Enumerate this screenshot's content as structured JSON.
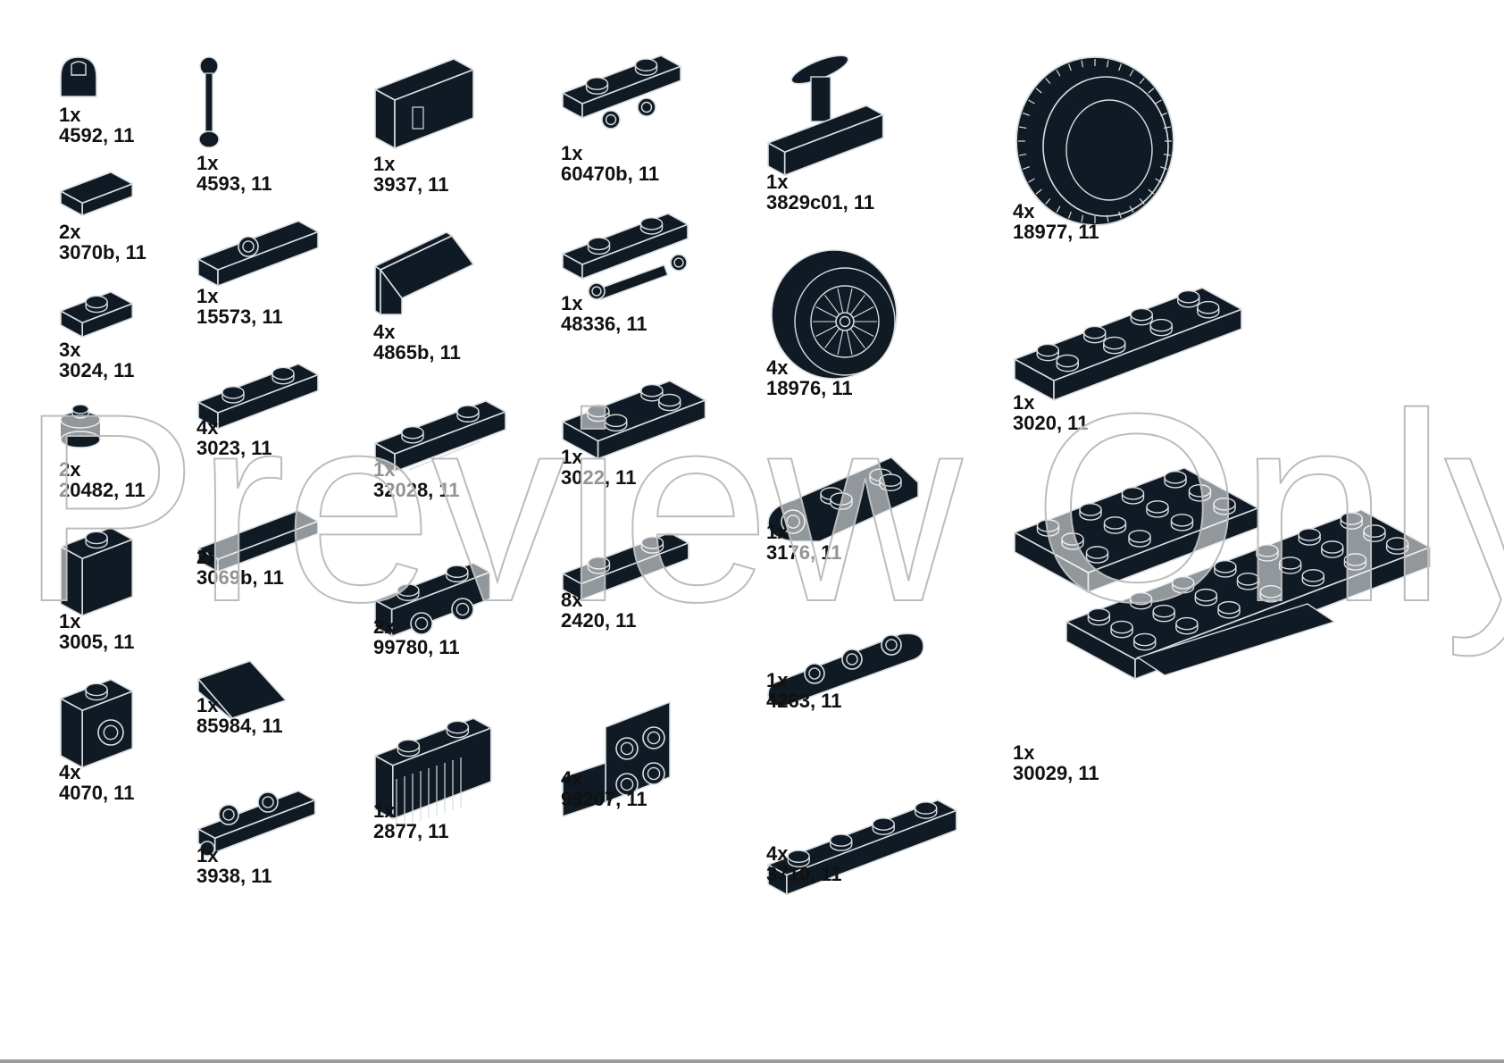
{
  "watermark": "Preview Only",
  "colors": {
    "brick": "#0f1a24",
    "outline": "#d9dde0",
    "text": "#111111"
  },
  "parts": [
    {
      "qty": "1x",
      "id": "4592, 11"
    },
    {
      "qty": "2x",
      "id": "3070b, 11"
    },
    {
      "qty": "3x",
      "id": "3024, 11"
    },
    {
      "qty": "2x",
      "id": "20482, 11"
    },
    {
      "qty": "1x",
      "id": "3005, 11"
    },
    {
      "qty": "4x",
      "id": "4070, 11"
    },
    {
      "qty": "1x",
      "id": "4593, 11"
    },
    {
      "qty": "1x",
      "id": "15573, 11"
    },
    {
      "qty": "4x",
      "id": "3023, 11"
    },
    {
      "qty": "2x",
      "id": "3069b, 11"
    },
    {
      "qty": "1x",
      "id": "85984, 11"
    },
    {
      "qty": "1x",
      "id": "3938, 11"
    },
    {
      "qty": "1x",
      "id": "3937, 11"
    },
    {
      "qty": "4x",
      "id": "4865b, 11"
    },
    {
      "qty": "1x",
      "id": "32028, 11"
    },
    {
      "qty": "2x",
      "id": "99780, 11"
    },
    {
      "qty": "1x",
      "id": "2877, 11"
    },
    {
      "qty": "1x",
      "id": "60470b, 11"
    },
    {
      "qty": "1x",
      "id": "48336, 11"
    },
    {
      "qty": "1x",
      "id": "3022, 11"
    },
    {
      "qty": "8x",
      "id": "2420, 11"
    },
    {
      "qty": "4x",
      "id": "99207, 11"
    },
    {
      "qty": "1x",
      "id": "3829c01, 11"
    },
    {
      "qty": "4x",
      "id": "18976, 11"
    },
    {
      "qty": "1x",
      "id": "3176, 11"
    },
    {
      "qty": "1x",
      "id": "4263, 11"
    },
    {
      "qty": "4x",
      "id": "3710, 11"
    },
    {
      "qty": "4x",
      "id": "18977, 11"
    },
    {
      "qty": "1x",
      "id": "3020, 11"
    },
    {
      "qty": "1x",
      "id": "30029, 11"
    }
  ]
}
